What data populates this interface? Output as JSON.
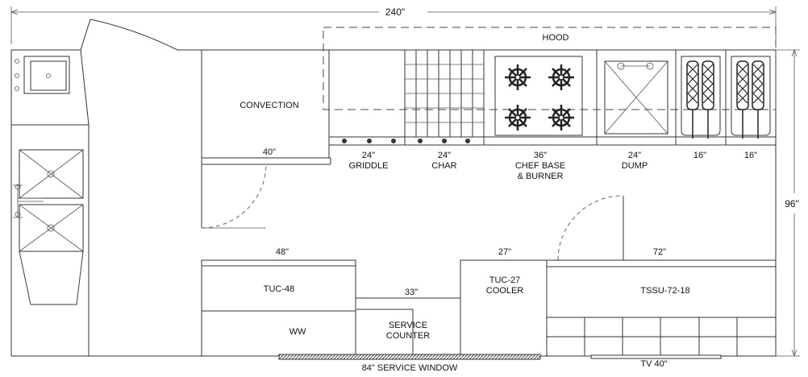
{
  "dimensions": {
    "overall_width": "240\"",
    "overall_depth": "96\""
  },
  "hood": {
    "label": "HOOD"
  },
  "convection": {
    "label": "CONVECTION",
    "width": "40\""
  },
  "line_equipment": [
    {
      "size": "24\"",
      "name": "GRIDDLE"
    },
    {
      "size": "24\"",
      "name": "CHAR"
    },
    {
      "size": "36\"",
      "name": "CHEF BASE",
      "name2": "& BURNER"
    },
    {
      "size": "24\"",
      "name": "DUMP"
    },
    {
      "size": "16\"",
      "name": ""
    },
    {
      "size": "16\"",
      "name": ""
    }
  ],
  "front_line": {
    "tuc48": {
      "label": "TUC-48",
      "width": "48\""
    },
    "ww": {
      "label": "WW"
    },
    "service_counter": {
      "label": "SERVICE",
      "label2": "COUNTER",
      "width": "33\""
    },
    "tuc27": {
      "label": "TUC-27",
      "label2": "COOLER",
      "width": "27\""
    },
    "tssu": {
      "label": "TSSU-72-18",
      "width": "72\""
    }
  },
  "service_window": {
    "label": "84\" SERVICE WINDOW"
  },
  "tv": {
    "label": "TV 40\""
  }
}
